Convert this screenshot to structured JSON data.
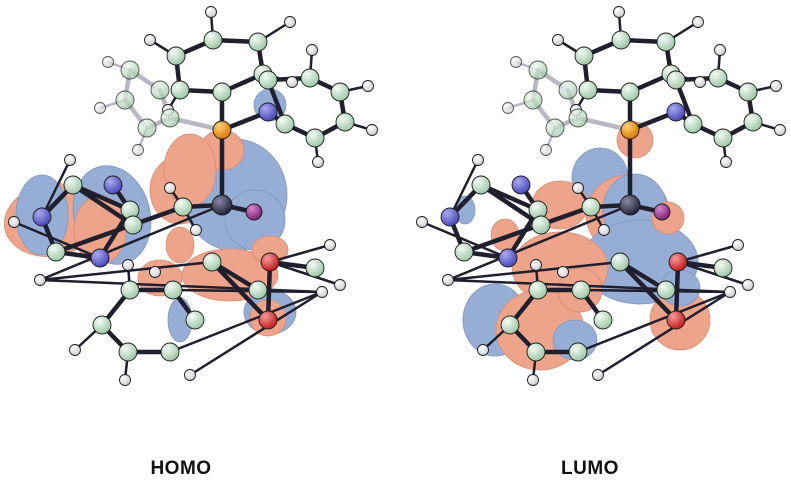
{
  "panels": [
    {
      "id": "homo",
      "label": "HOMO"
    },
    {
      "id": "lumo",
      "label": "LUMO"
    }
  ],
  "colors": {
    "positive_lobe": "#e8825e",
    "negative_lobe": "#6f8fc6",
    "carbon": "#c9e6cf",
    "hydrogen": "#ffffff",
    "nitrogen": "#6e6edb",
    "oxygen": "#e03a3a",
    "phosphorus": "#f0960c",
    "metal": "#3d3d5c",
    "halide": "#b044a8",
    "bond": "#1f1f2e"
  }
}
